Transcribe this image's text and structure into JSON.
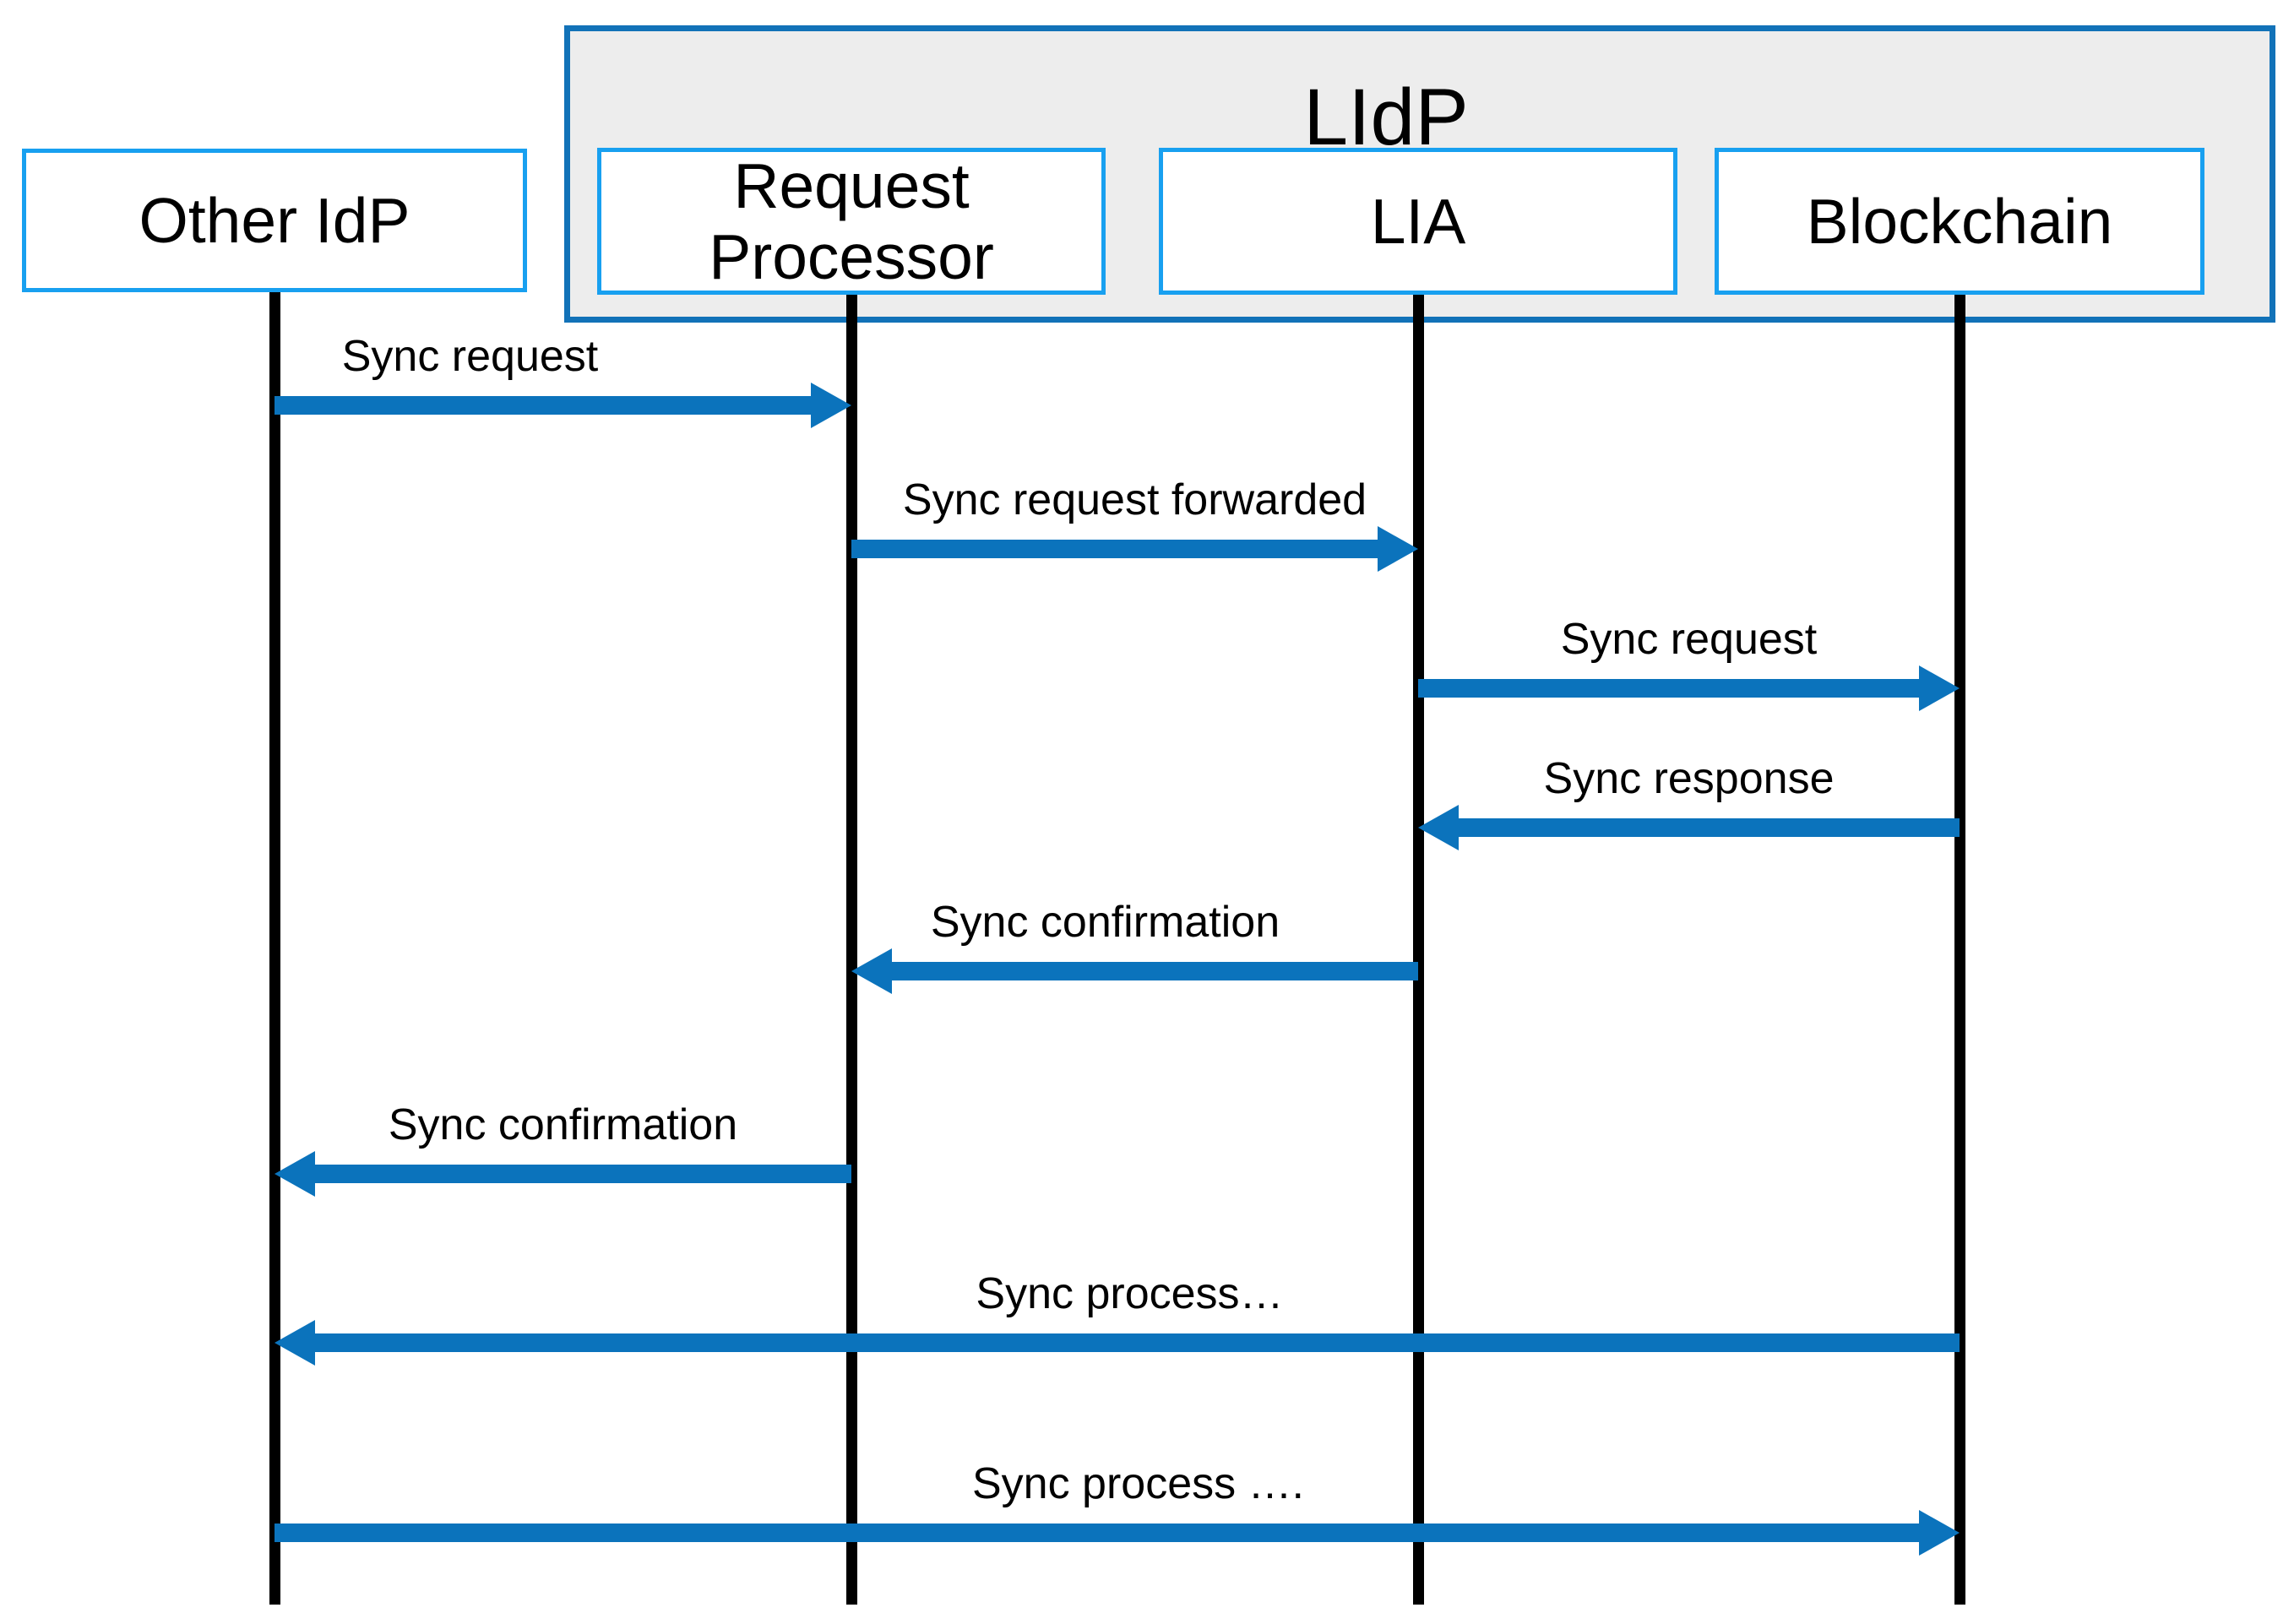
{
  "diagram": {
    "title": "LIdP",
    "actors": [
      {
        "id": "other-idp",
        "label": "Other IdP",
        "inside_lidp": false
      },
      {
        "id": "request-processor",
        "label": "Request\nProcessor",
        "inside_lidp": true
      },
      {
        "id": "lia",
        "label": "LIA",
        "inside_lidp": true
      },
      {
        "id": "blockchain",
        "label": "Blockchain",
        "inside_lidp": true
      }
    ],
    "messages": [
      {
        "label": "Sync request",
        "from": "Other IdP",
        "to": "Request Processor",
        "direction": "right"
      },
      {
        "label": "Sync request forwarded",
        "from": "Request Processor",
        "to": "LIA",
        "direction": "right"
      },
      {
        "label": "Sync request",
        "from": "LIA",
        "to": "Blockchain",
        "direction": "right"
      },
      {
        "label": "Sync response",
        "from": "Blockchain",
        "to": "LIA",
        "direction": "left"
      },
      {
        "label": "Sync confirmation",
        "from": "LIA",
        "to": "Request Processor",
        "direction": "left"
      },
      {
        "label": "Sync confirmation",
        "from": "Request Processor",
        "to": "Other IdP",
        "direction": "left"
      },
      {
        "label": "Sync process…",
        "from": "Blockchain",
        "to": "Other IdP",
        "direction": "left"
      },
      {
        "label": "Sync process ….",
        "from": "Other IdP",
        "to": "Blockchain",
        "direction": "right"
      }
    ],
    "colors": {
      "arrow": "#0b73bc",
      "actor_box_border": "#18a0f0",
      "container_border": "#1272b8",
      "container_fill": "#ededed",
      "lifeline": "#000000",
      "text": "#000000",
      "background": "#ffffff"
    }
  }
}
